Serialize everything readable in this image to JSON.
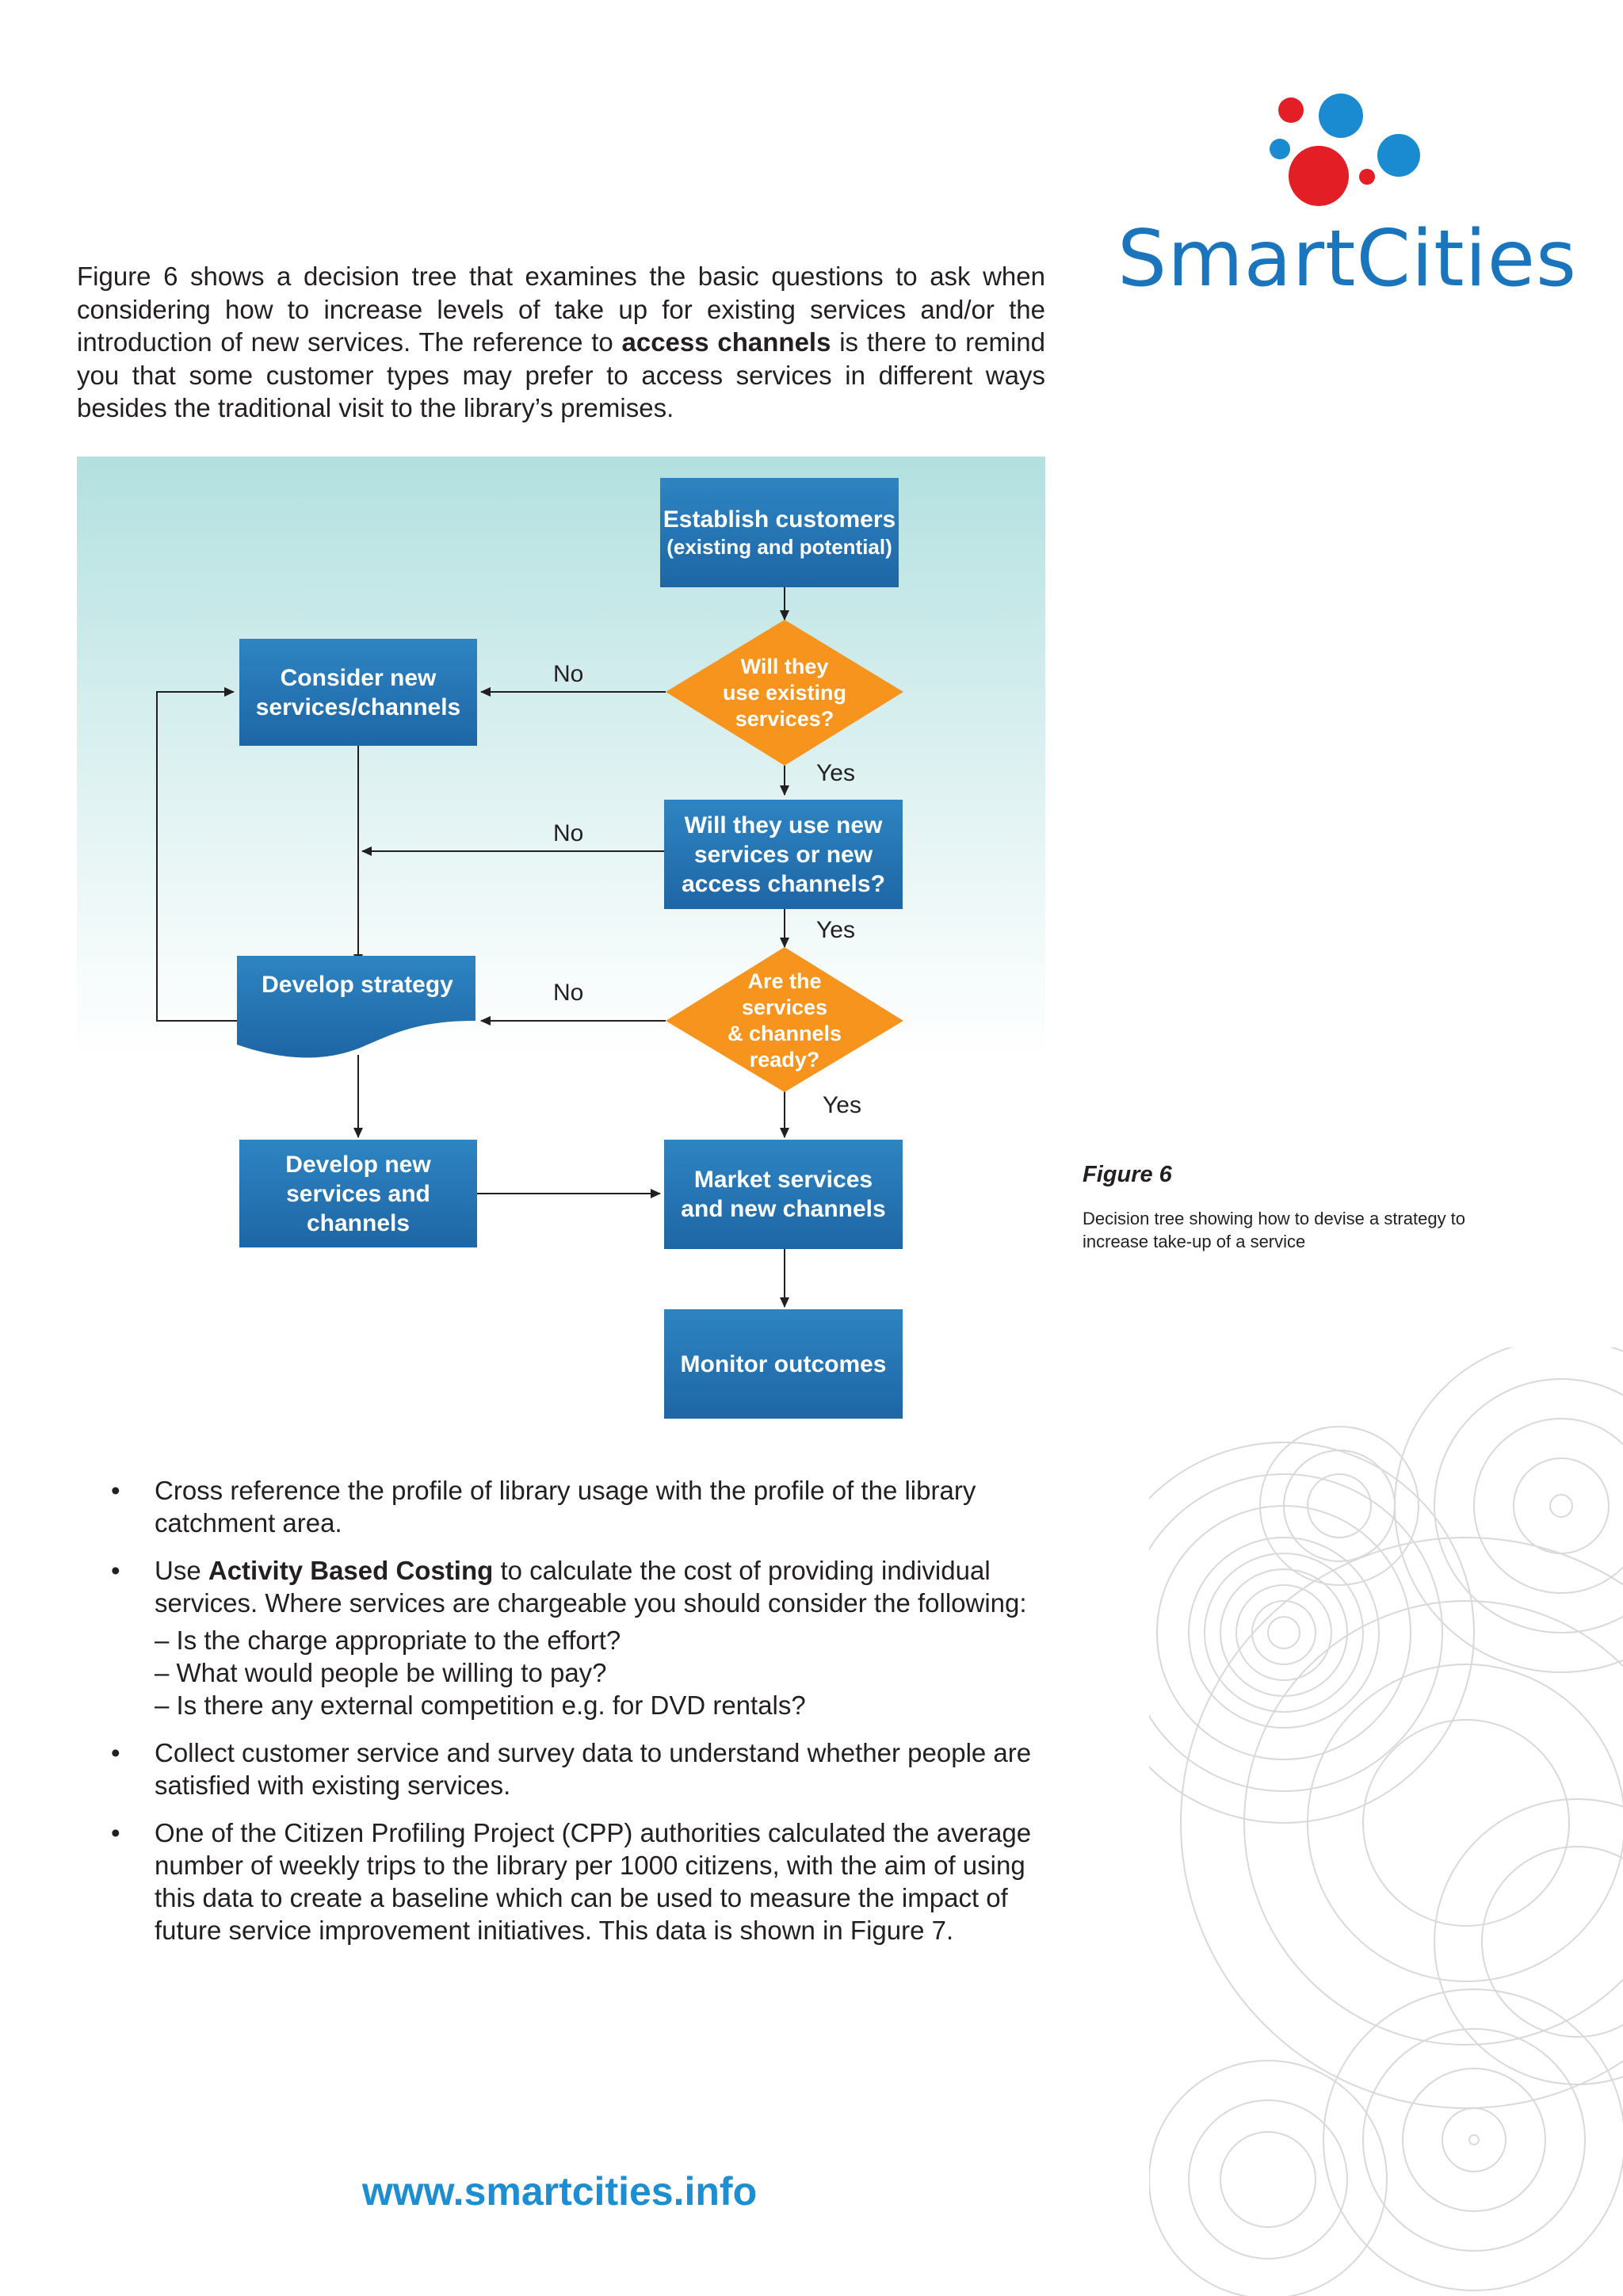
{
  "logo": {
    "brand": "SmartCities",
    "colors": {
      "red": "#e31e24",
      "blue": "#1b8bd1"
    }
  },
  "intro": {
    "before": "Figure 6 shows a decision tree that examines the basic questions to ask when considering how to increase levels of take up for existing services and/or the introduction of new services. The reference to ",
    "bold": "access channels",
    "after": " is there to remind you that some customer types may prefer to access services in different ways besides the traditional visit to the library’s premises."
  },
  "diagram": {
    "establish": {
      "line1": "Establish customers",
      "line2": "(existing and potential)"
    },
    "q1": [
      "Will they",
      "use existing",
      "services?"
    ],
    "consider": [
      "Consider new",
      "services/channels"
    ],
    "q2": [
      "Will they use new",
      "services or new",
      "access channels?"
    ],
    "develop_strategy": "Develop strategy",
    "q3": [
      "Are the",
      "services",
      "& channels",
      "ready?"
    ],
    "develop_new": [
      "Develop new",
      "services and",
      "channels"
    ],
    "market": [
      "Market services",
      "and new channels"
    ],
    "monitor": "Monitor outcomes",
    "labels": {
      "no": "No",
      "yes": "Yes"
    },
    "colors": {
      "box": "#1f6aa8",
      "diamond": "#f7941d",
      "background": "#b3e0e0"
    }
  },
  "figure": {
    "title": "Figure 6",
    "caption": "Decision tree showing how to devise a strategy to increase take-up of a service"
  },
  "bullets": {
    "b1": "Cross reference the profile of library usage with the profile of the library catchment area.",
    "b2_pre": "Use ",
    "b2_bold": "Activity Based Costing",
    "b2_post": " to calculate the cost of providing individual services. Where services are chargeable you should consider the following:",
    "b2_sub": [
      "– Is the charge appropriate to the effort?",
      "– What would people be willing to pay?",
      "– Is there any external competition e.g. for DVD rentals?"
    ],
    "b3": "Collect customer service and survey data to understand whether people are satisfied with existing services.",
    "b4": "One of the Citizen Profiling Project (CPP) authorities calculated the average number of weekly trips to the library per 1000 citizens, with the aim of using this data to create a baseline which can be used to measure the impact of future service improvement initiatives. This data is shown in Figure 7.",
    "marker": "•"
  },
  "footer": {
    "url": "www.smartcities.info"
  }
}
